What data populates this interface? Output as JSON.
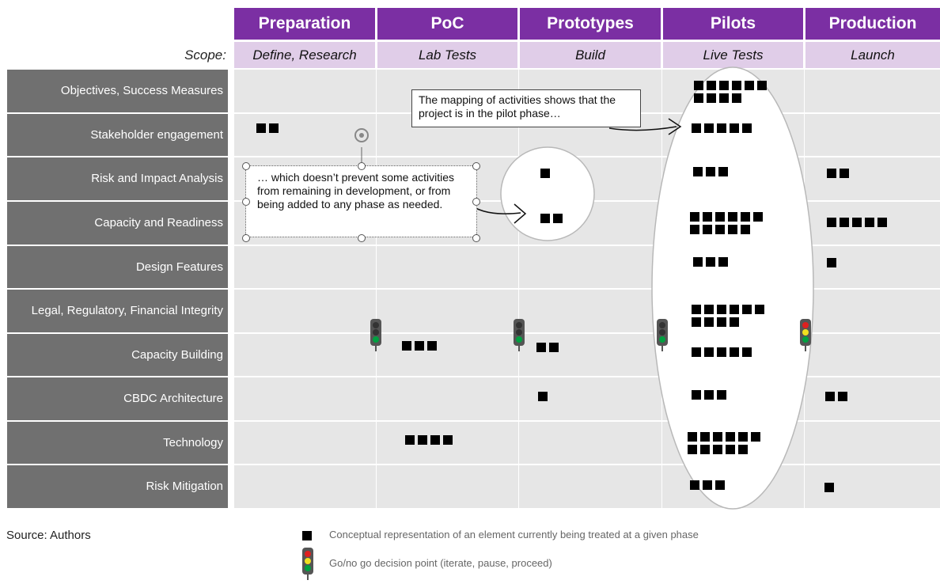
{
  "phases": [
    "Preparation",
    "PoC",
    "Prototypes",
    "Pilots",
    "Production"
  ],
  "scope_label": "Scope:",
  "scopes": [
    "Define, Research",
    "Lab Tests",
    "Build",
    "Live Tests",
    "Launch"
  ],
  "rows": [
    "Objectives, Success Measures",
    "Stakeholder engagement",
    "Risk and Impact Analysis",
    "Capacity and Readiness",
    "Design Features",
    "Legal, Regulatory, Financial Integrity",
    "Capacity Building",
    "CBDC Architecture",
    "Technology",
    "Risk Mitigation"
  ],
  "element_counts": [
    {
      "row": "Objectives, Success Measures",
      "phase": "Pilots",
      "count": 10
    },
    {
      "row": "Stakeholder engagement",
      "phase": "Preparation",
      "count": 2
    },
    {
      "row": "Stakeholder engagement",
      "phase": "Pilots",
      "count": 5
    },
    {
      "row": "Risk and Impact Analysis",
      "phase": "Prototypes",
      "count": 1
    },
    {
      "row": "Risk and Impact Analysis",
      "phase": "Pilots",
      "count": 3
    },
    {
      "row": "Risk and Impact Analysis",
      "phase": "Production",
      "count": 2
    },
    {
      "row": "Capacity and Readiness",
      "phase": "Prototypes",
      "count": 2
    },
    {
      "row": "Capacity and Readiness",
      "phase": "Pilots",
      "count": 11
    },
    {
      "row": "Capacity and Readiness",
      "phase": "Production",
      "count": 5
    },
    {
      "row": "Design Features",
      "phase": "Pilots",
      "count": 3
    },
    {
      "row": "Design Features",
      "phase": "Production",
      "count": 1
    },
    {
      "row": "Legal, Regulatory, Financial Integrity",
      "phase": "Pilots",
      "count": 10
    },
    {
      "row": "Capacity Building",
      "phase": "PoC",
      "count": 3
    },
    {
      "row": "Capacity Building",
      "phase": "Prototypes",
      "count": 2
    },
    {
      "row": "Capacity Building",
      "phase": "Pilots",
      "count": 5
    },
    {
      "row": "CBDC Architecture",
      "phase": "Prototypes",
      "count": 1
    },
    {
      "row": "CBDC Architecture",
      "phase": "Pilots",
      "count": 3
    },
    {
      "row": "CBDC Architecture",
      "phase": "Production",
      "count": 2
    },
    {
      "row": "Technology",
      "phase": "PoC",
      "count": 4
    },
    {
      "row": "Technology",
      "phase": "Pilots",
      "count": 11
    },
    {
      "row": "Risk Mitigation",
      "phase": "Pilots",
      "count": 3
    },
    {
      "row": "Risk Mitigation",
      "phase": "Production",
      "count": 1
    }
  ],
  "callouts": {
    "pilot": "The mapping of activities shows that the project is in the pilot phase…",
    "development": "… which doesn’t prevent some activities from remaining in development, or from being added to any phase as needed."
  },
  "source": "Source: Authors",
  "legend": {
    "element": "Conceptual representation of an element currently being treated at a given phase",
    "decision": "Go/no go decision point (iterate, pause, proceed)"
  },
  "colors": {
    "header_purple": "#7b2fa3",
    "scope_lavender": "#e0cde8",
    "row_label_gray": "#707070",
    "grid_gray": "#e6e6e6",
    "light_red": "#e02020",
    "light_yellow": "#f0e020",
    "light_green": "#00a040"
  }
}
